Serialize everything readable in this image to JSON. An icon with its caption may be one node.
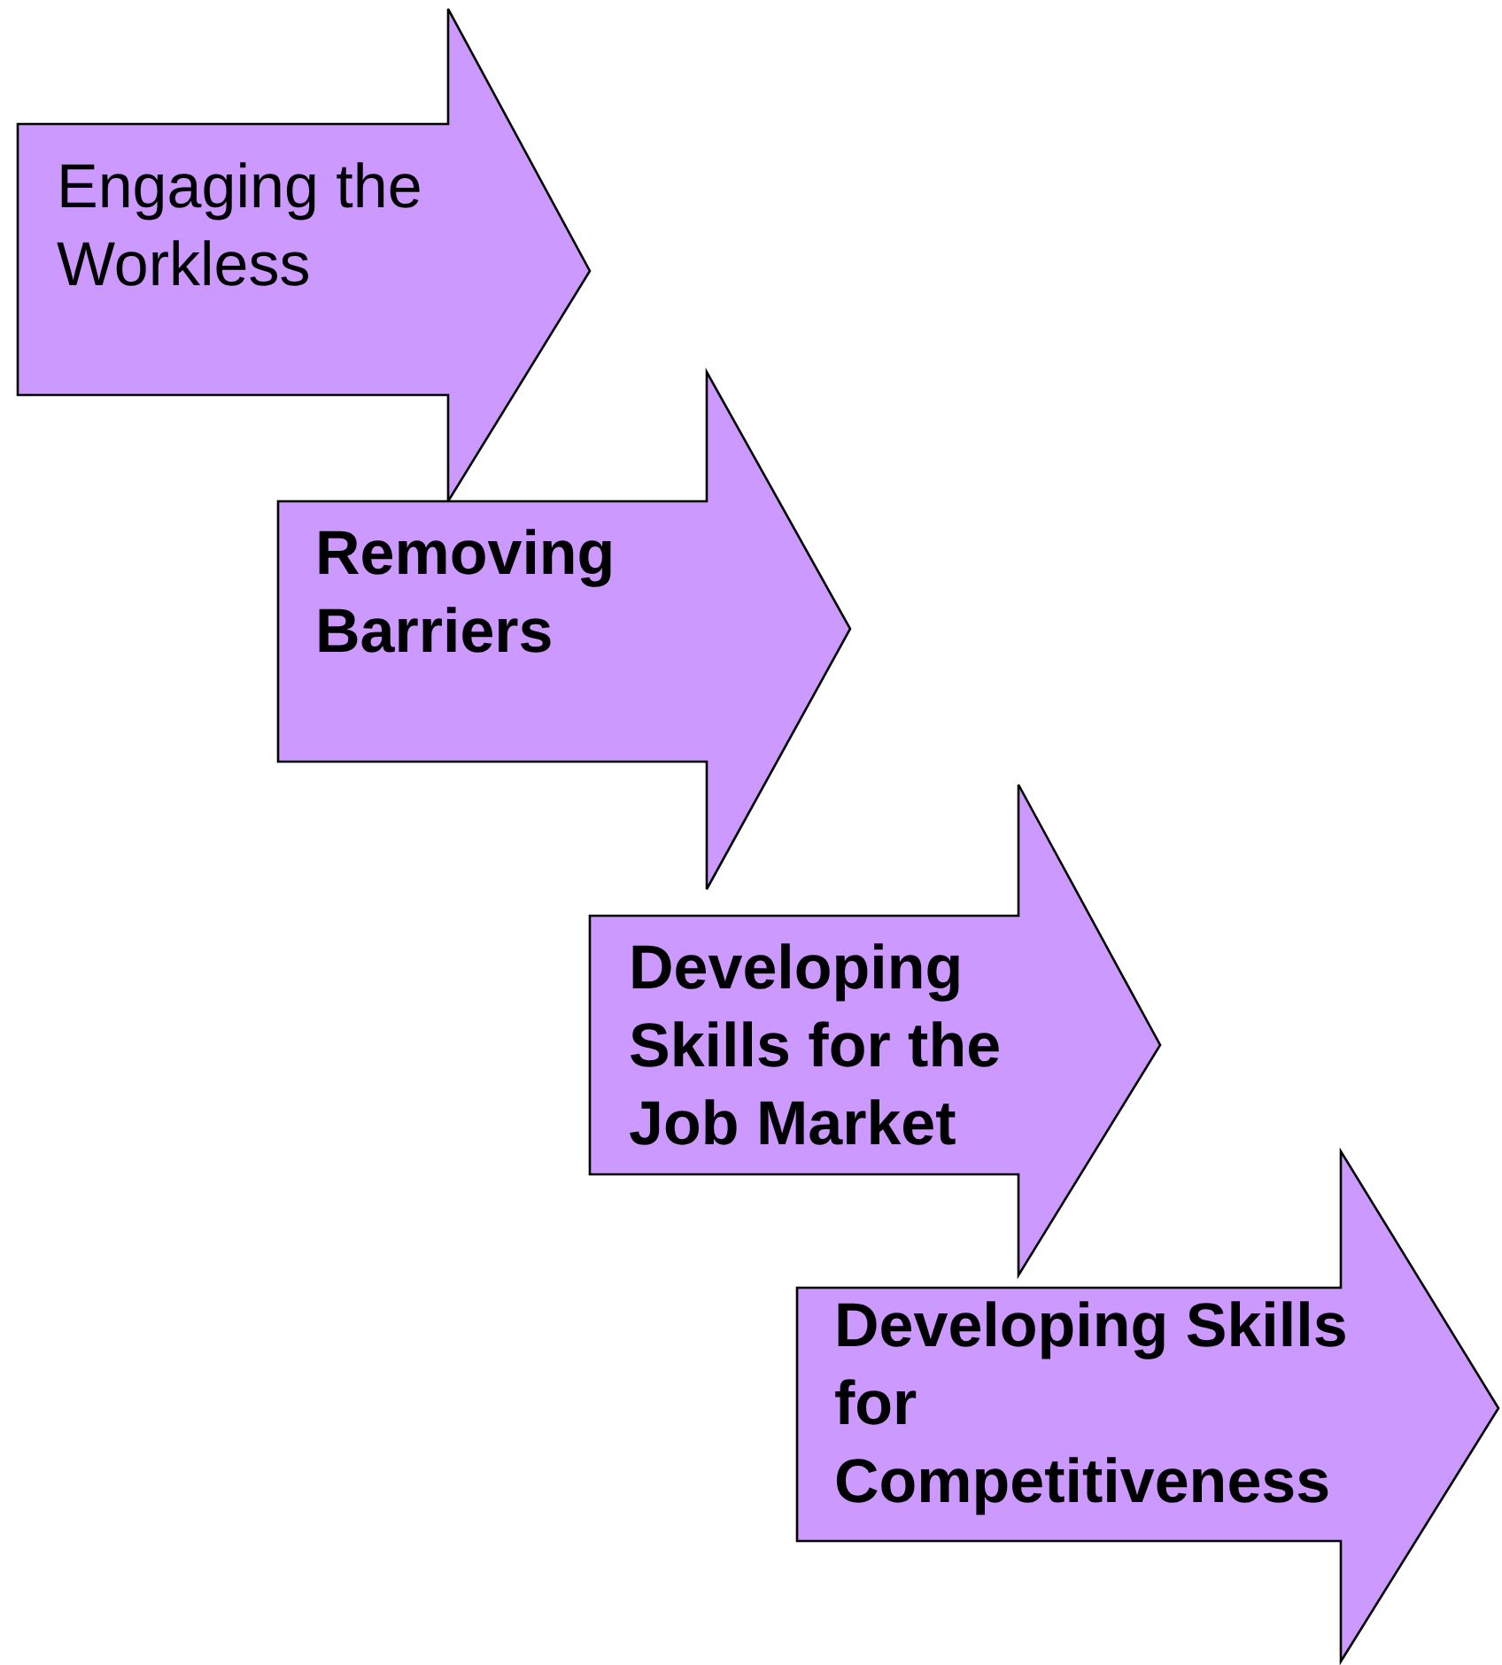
{
  "diagram": {
    "nodes": [
      {
        "text": [
          "Engaging the Workless"
        ]
      },
      {
        "text": [
          "Removing Barriers"
        ]
      },
      {
        "text": [
          "Developing Skills for the Job Market"
        ]
      },
      {
        "text": [
          "Developing Skills for Competitiveness"
        ]
      }
    ],
    "edges": []
  }
}
